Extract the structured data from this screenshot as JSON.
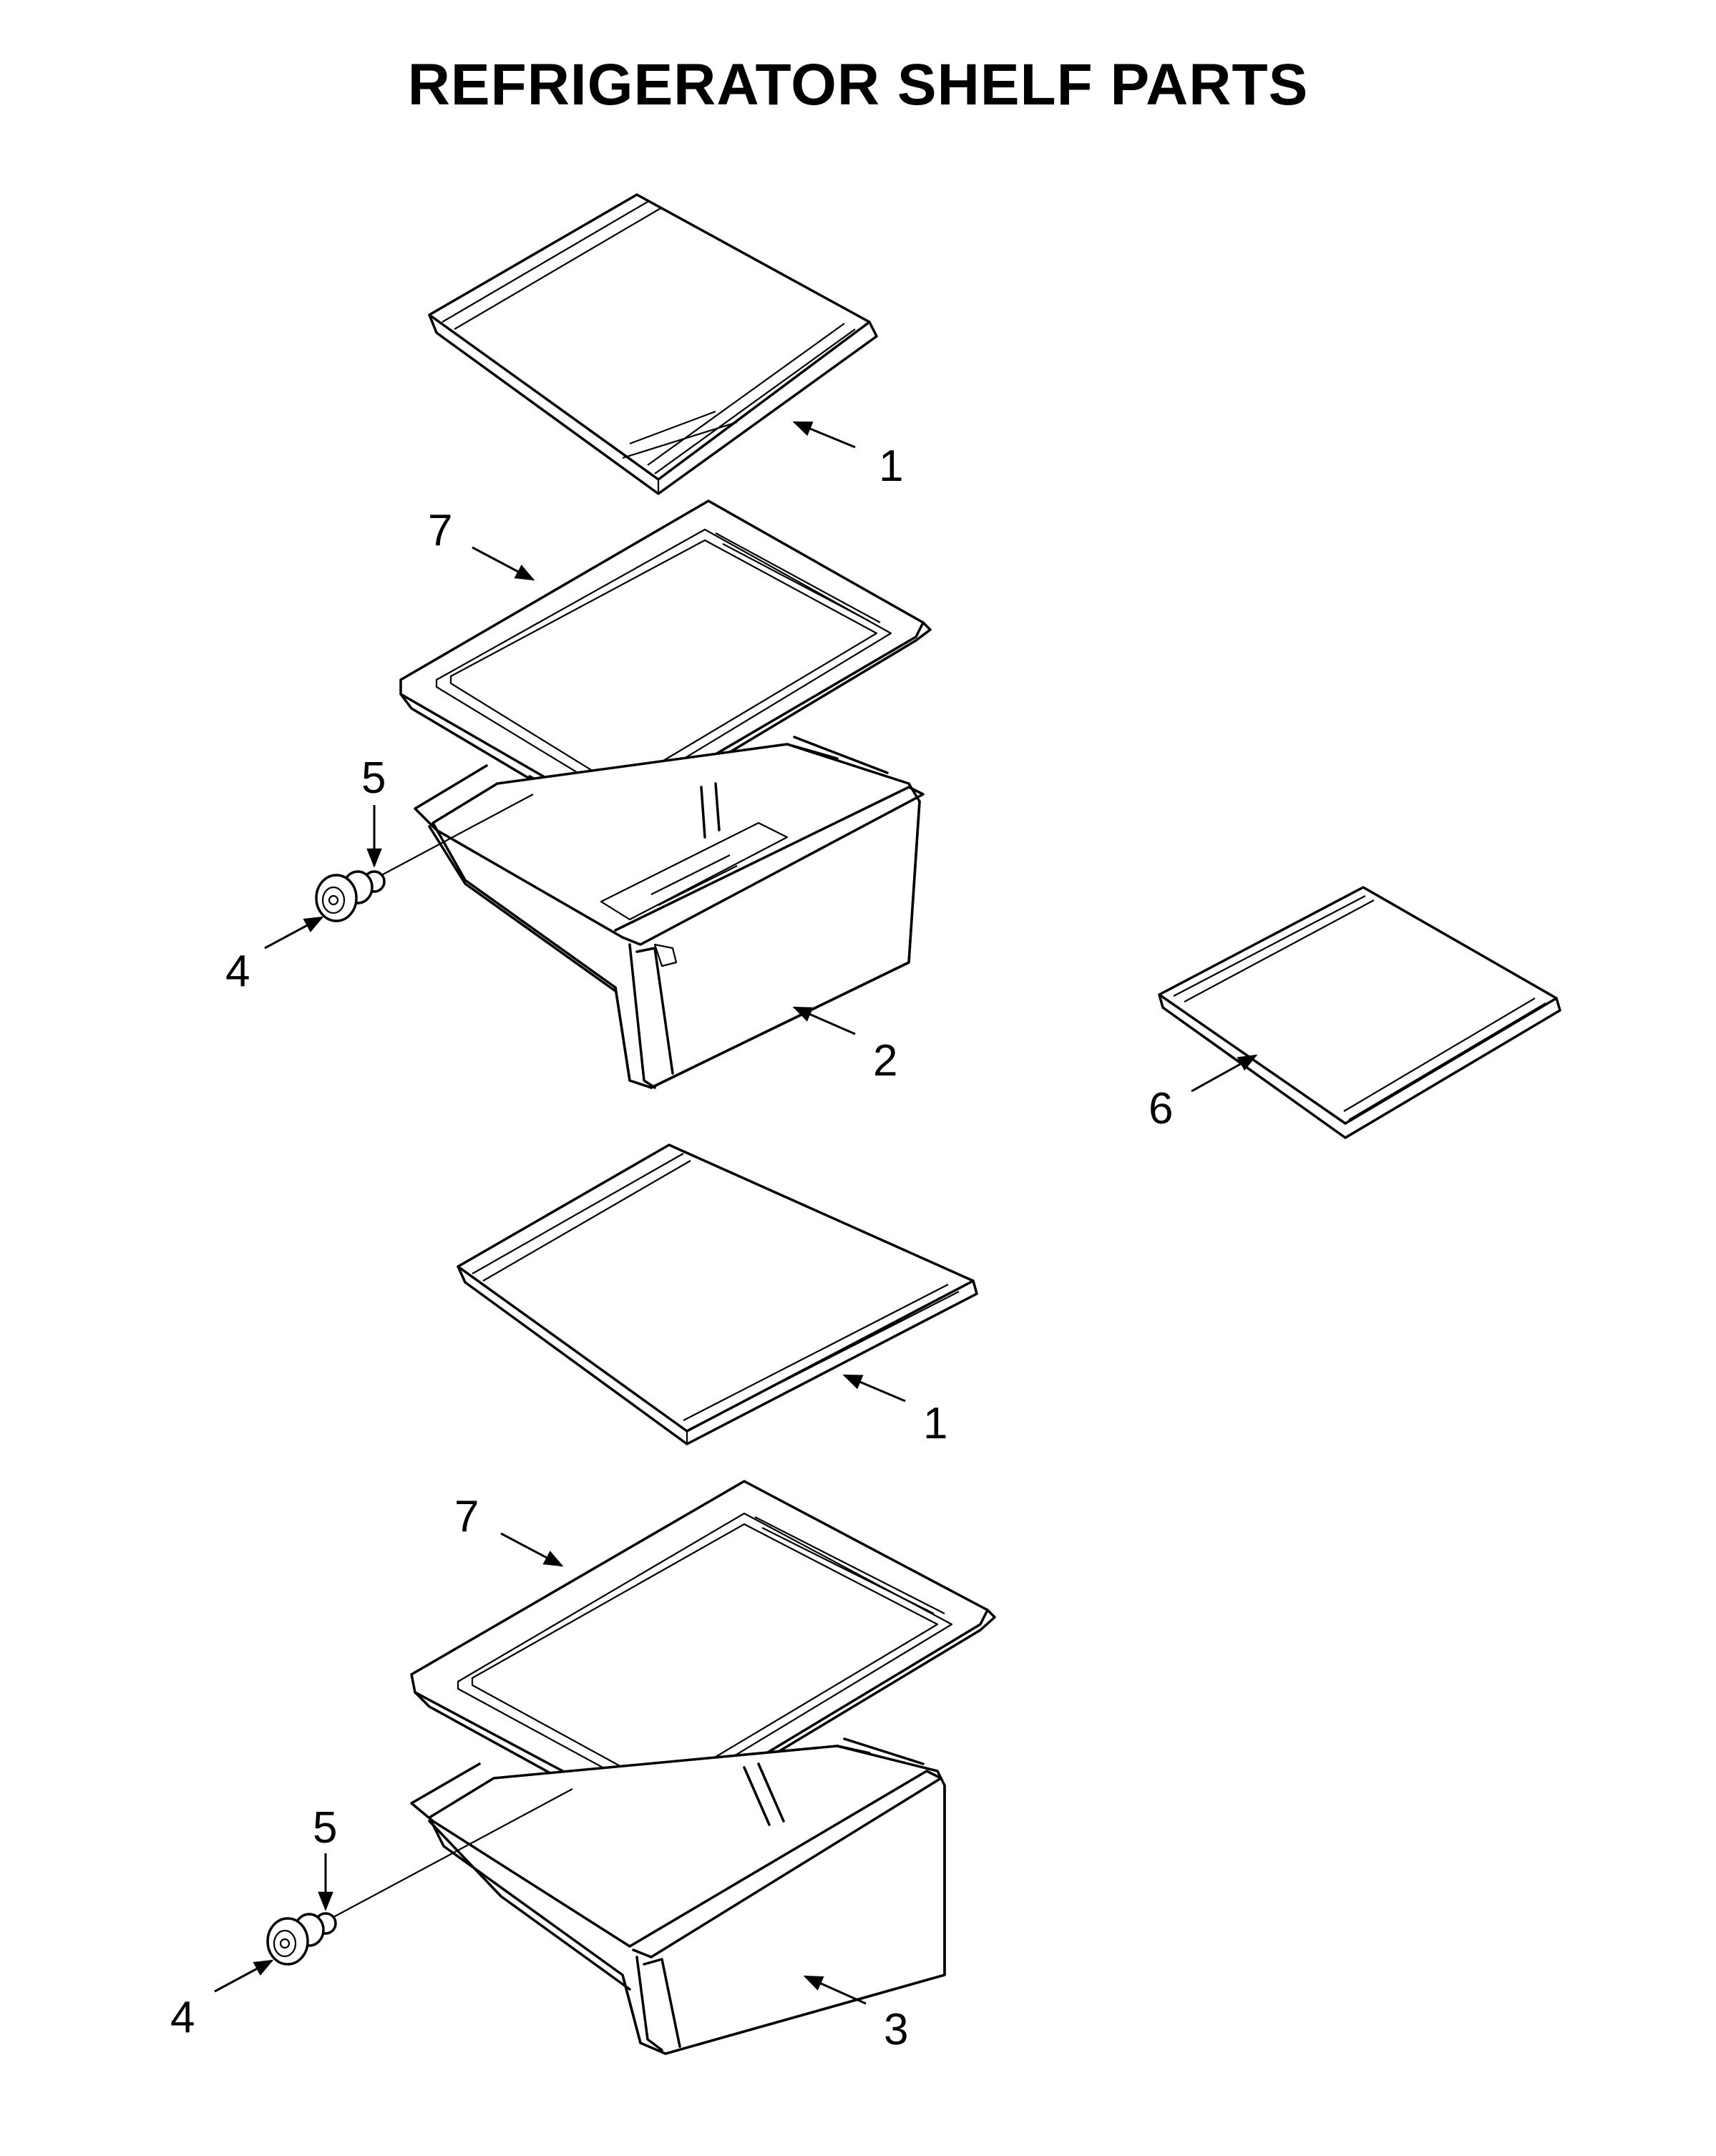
{
  "title": "REFRIGERATOR SHELF PARTS",
  "callouts": [
    {
      "id": "c1a",
      "label": "1"
    },
    {
      "id": "c7a",
      "label": "7"
    },
    {
      "id": "c5a",
      "label": "5"
    },
    {
      "id": "c4a",
      "label": "4"
    },
    {
      "id": "c2",
      "label": "2"
    },
    {
      "id": "c6",
      "label": "6"
    },
    {
      "id": "c1b",
      "label": "1"
    },
    {
      "id": "c7b",
      "label": "7"
    },
    {
      "id": "c5b",
      "label": "5"
    },
    {
      "id": "c4b",
      "label": "4"
    },
    {
      "id": "c3",
      "label": "3"
    }
  ]
}
